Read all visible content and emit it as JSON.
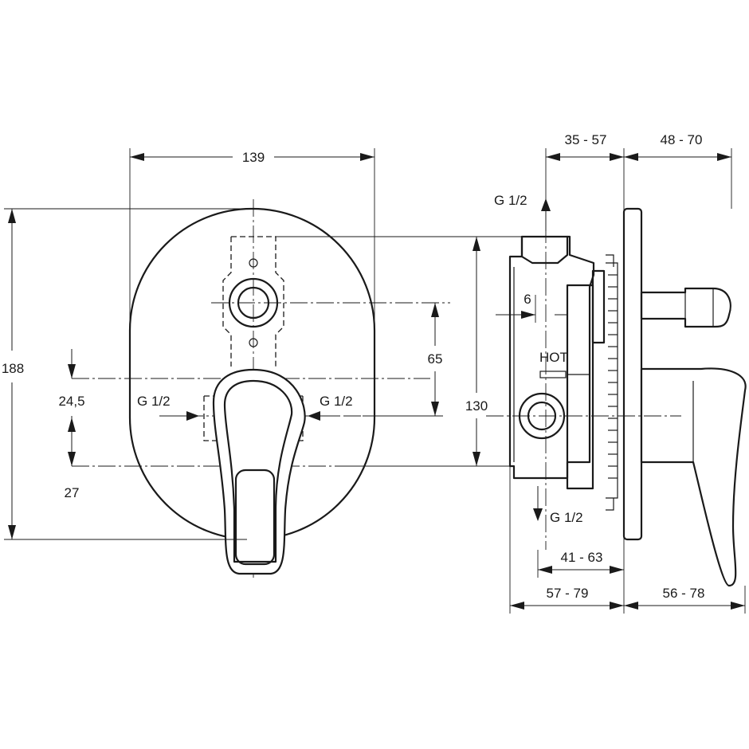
{
  "front_view": {
    "width_dim": "139",
    "height_dim": "188",
    "offset_upper_dim": "24,5",
    "offset_lower_dim": "27",
    "spacing_dim": "65",
    "inlet_left": "G 1/2",
    "inlet_right": "G 1/2"
  },
  "side_view": {
    "depth_top_left": "35 - 57",
    "depth_top_right": "48 - 70",
    "height_dim": "130",
    "small_dim": "6",
    "outlet_top": "G 1/2",
    "outlet_bottom": "G 1/2",
    "hot_label": "HOT",
    "depth_mid": "41 - 63",
    "depth_bottom_left": "57 - 79",
    "depth_bottom_right": "56 - 78"
  }
}
